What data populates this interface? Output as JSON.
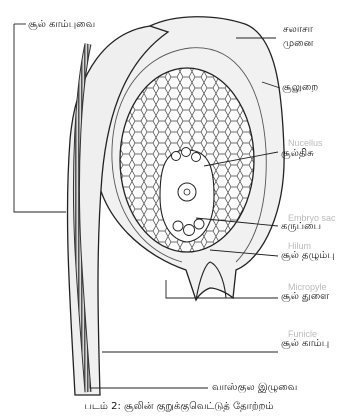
{
  "labels": {
    "funiculus_top": "சூல் காம்புவை",
    "chalazal_end_line1": "சலாசா",
    "chalazal_end_line2": "முனை",
    "integument": "சூலுறை",
    "nucellus": "சூல்திசு",
    "embryo_sac": "கருப்பை",
    "hilum": "சூல் தழும்பு",
    "micropyle": "சூல் துளை",
    "funicle": "சூல் காம்பு",
    "vascular_strand": "வாஸ்குல இழுவை"
  },
  "faint_labels": {
    "nucellus_en": "Nucellus",
    "embryo_sac_en": "Embryo sac",
    "hilum_en": "Hilum",
    "micropyle_en": "Micropyle",
    "funicle_en": "Funicle"
  },
  "caption": "படம் 2: சூலின் குறுக்குவெட்டுத் தோற்றம்"
}
